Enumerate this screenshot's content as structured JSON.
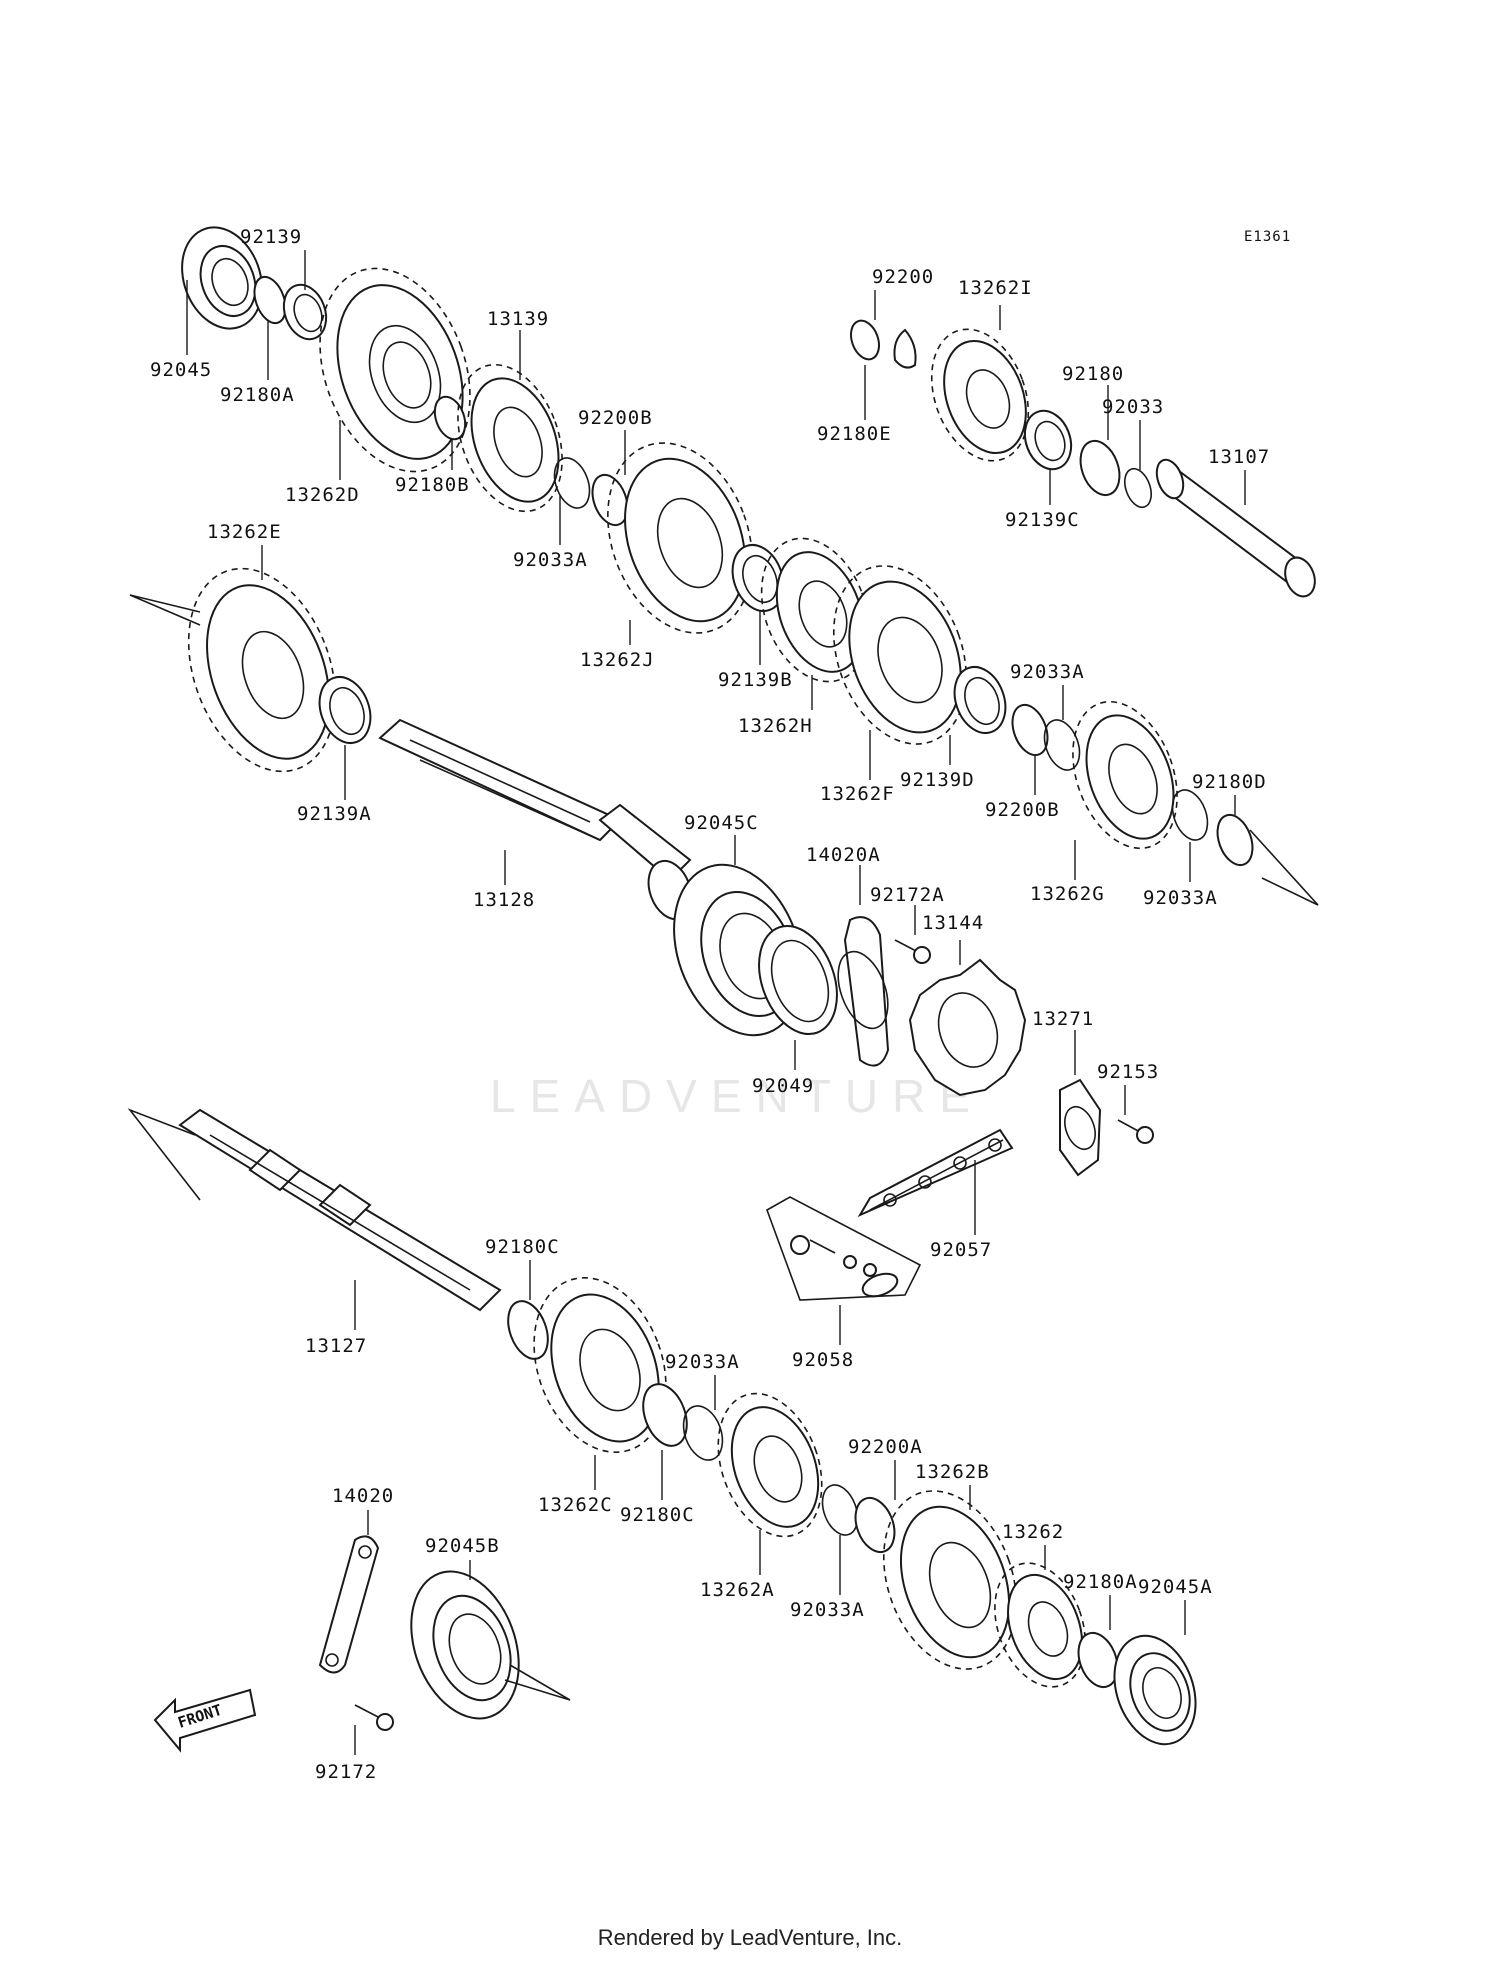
{
  "diagram_id": "E1361",
  "watermark": "LEADVENTURE",
  "direction_marker": "FRONT",
  "footer": "Rendered by LeadVenture, Inc.",
  "callouts": [
    {
      "id": "c01",
      "text": "92139"
    },
    {
      "id": "c02",
      "text": "92045"
    },
    {
      "id": "c03",
      "text": "92180A"
    },
    {
      "id": "c04",
      "text": "13139"
    },
    {
      "id": "c05",
      "text": "13262D"
    },
    {
      "id": "c06",
      "text": "92180B"
    },
    {
      "id": "c07",
      "text": "92200B"
    },
    {
      "id": "c08",
      "text": "92033A"
    },
    {
      "id": "c09",
      "text": "13262E"
    },
    {
      "id": "c10",
      "text": "13262J"
    },
    {
      "id": "c11",
      "text": "92139B"
    },
    {
      "id": "c12",
      "text": "13262H"
    },
    {
      "id": "c13",
      "text": "13262F"
    },
    {
      "id": "c14",
      "text": "92139D"
    },
    {
      "id": "c15",
      "text": "92200B"
    },
    {
      "id": "c16",
      "text": "92033A"
    },
    {
      "id": "c17",
      "text": "13262G"
    },
    {
      "id": "c18",
      "text": "92180D"
    },
    {
      "id": "c19",
      "text": "92033A"
    },
    {
      "id": "c20",
      "text": "92139A"
    },
    {
      "id": "c21",
      "text": "13128"
    },
    {
      "id": "c22",
      "text": "92045C"
    },
    {
      "id": "c23",
      "text": "14020A"
    },
    {
      "id": "c24",
      "text": "92172A"
    },
    {
      "id": "c25",
      "text": "13144"
    },
    {
      "id": "c26",
      "text": "92049"
    },
    {
      "id": "c27",
      "text": "13271"
    },
    {
      "id": "c28",
      "text": "92153"
    },
    {
      "id": "c29",
      "text": "92057"
    },
    {
      "id": "c30",
      "text": "92058"
    },
    {
      "id": "c31",
      "text": "92200"
    },
    {
      "id": "c32",
      "text": "13262I"
    },
    {
      "id": "c33",
      "text": "92180"
    },
    {
      "id": "c34",
      "text": "92033"
    },
    {
      "id": "c35",
      "text": "92180E"
    },
    {
      "id": "c36",
      "text": "13107"
    },
    {
      "id": "c37",
      "text": "92139C"
    },
    {
      "id": "c38",
      "text": "92180C"
    },
    {
      "id": "c39",
      "text": "13127"
    },
    {
      "id": "c40",
      "text": "92033A"
    },
    {
      "id": "c41",
      "text": "13262C"
    },
    {
      "id": "c42",
      "text": "92180C"
    },
    {
      "id": "c43",
      "text": "92200A"
    },
    {
      "id": "c44",
      "text": "13262B"
    },
    {
      "id": "c45",
      "text": "13262"
    },
    {
      "id": "c46",
      "text": "13262A"
    },
    {
      "id": "c47",
      "text": "92033A"
    },
    {
      "id": "c48",
      "text": "92180A"
    },
    {
      "id": "c49",
      "text": "92045A"
    },
    {
      "id": "c50",
      "text": "14020"
    },
    {
      "id": "c51",
      "text": "92045B"
    },
    {
      "id": "c52",
      "text": "92172"
    }
  ]
}
